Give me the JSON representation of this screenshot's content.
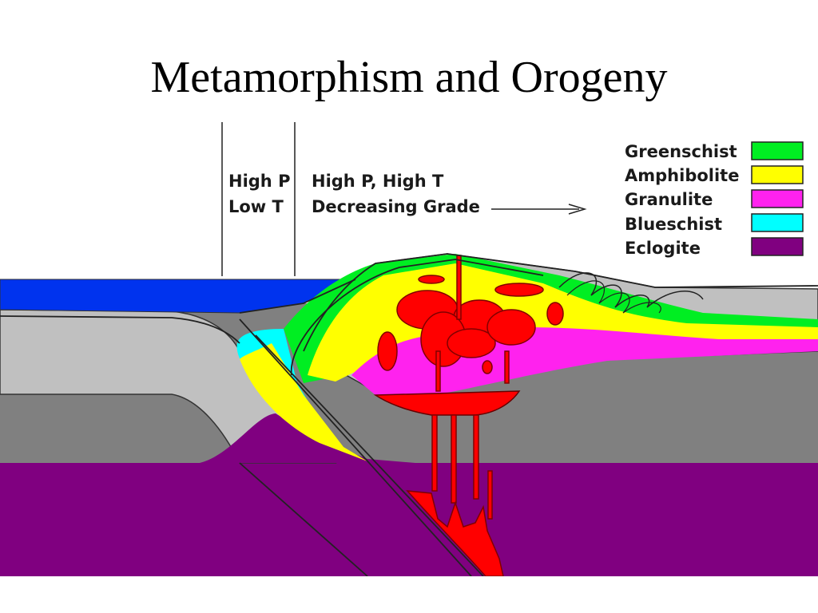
{
  "slide": {
    "title": "Metamorphism and Orogeny"
  },
  "zones": {
    "high_p_low_t": {
      "line1": "High P",
      "line2": "Low T"
    },
    "high_p_high_t": {
      "line1": "High P, High T",
      "line2": "Decreasing Grade"
    }
  },
  "legend": {
    "items": [
      {
        "label": "Greenschist",
        "color": "#00ee22"
      },
      {
        "label": "Amphibolite",
        "color": "#ffff00"
      },
      {
        "label": "Granulite",
        "color": "#ff22ee"
      },
      {
        "label": "Blueschist",
        "color": "#00ffff"
      },
      {
        "label": "Eclogite",
        "color": "#800080"
      }
    ]
  },
  "colors": {
    "ocean": "#0033ee",
    "crust_light": "#c0c0c0",
    "crust_dark": "#808080",
    "mantle": "#800080",
    "magma": "#ff0000",
    "outline": "#333333"
  },
  "icons": {
    "arrow": "right-arrow-icon"
  }
}
